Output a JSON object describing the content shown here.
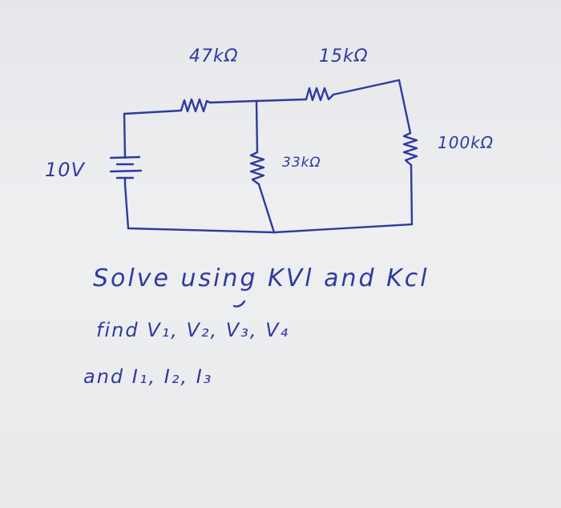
{
  "circuit": {
    "source_label": "10V",
    "resistors": [
      {
        "id": "r1",
        "label": "47kΩ"
      },
      {
        "id": "r2",
        "label": "15kΩ"
      },
      {
        "id": "r3",
        "label": "33kΩ"
      },
      {
        "id": "r4",
        "label": "100kΩ"
      }
    ]
  },
  "notes": {
    "line1": "Solve using KVl and Kcl",
    "line2": "find V₁, V₂, V₃, V₄",
    "line3": "and I₁, I₂, I₃"
  },
  "colors": {
    "ink": "#2e3aa0",
    "paper": "#eaebed"
  }
}
